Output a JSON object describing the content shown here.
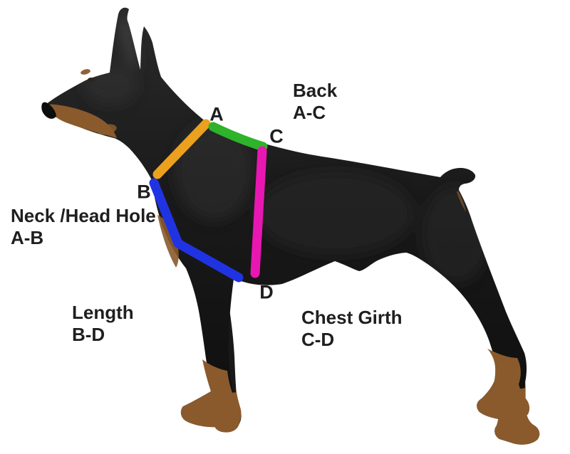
{
  "illustration": {
    "name": "doberman-dog-side-profile",
    "coat_black": "#171717",
    "coat_tan": "#8a5a2c",
    "background": "#ffffff"
  },
  "markers": {
    "a": "A",
    "b": "B",
    "c": "C",
    "d": "D"
  },
  "measurements": {
    "back": {
      "label": "Back",
      "range": "A-C",
      "color": "#2eb32a"
    },
    "neck": {
      "label": "Neck /Head Hole",
      "range": "A-B",
      "color": "#eba11d"
    },
    "length": {
      "label": "Length",
      "range": "B-D",
      "color": "#2033e3"
    },
    "chest": {
      "label": "Chest Girth",
      "range": "C-D",
      "color": "#e817b2"
    }
  },
  "text_color": "#1f1f1f"
}
